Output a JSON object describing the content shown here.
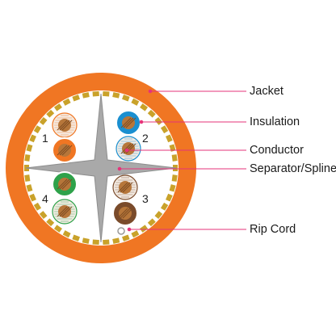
{
  "callouts": [
    {
      "key": "jacket",
      "label": "Jacket"
    },
    {
      "key": "insulation",
      "label": "Insulation"
    },
    {
      "key": "conductor",
      "label": "Conductor"
    },
    {
      "key": "separator",
      "label": "Separator/Spline"
    },
    {
      "key": "ripcord",
      "label": "Rip Cord"
    }
  ],
  "pairs": [
    {
      "number": "1",
      "wires": [
        "white-orange",
        "orange"
      ]
    },
    {
      "number": "2",
      "wires": [
        "blue",
        "white-blue"
      ]
    },
    {
      "number": "3",
      "wires": [
        "white-brown",
        "brown"
      ]
    },
    {
      "number": "4",
      "wires": [
        "green",
        "white-green"
      ]
    }
  ],
  "colors": {
    "jacket": "#f07623",
    "jacket_inner": "#ffffff",
    "shield_teeth": "#c9a22a",
    "spline": "#a9a9a9",
    "leader_line": "#e5337a",
    "conductor": "#b6763a",
    "orange": "#f07623",
    "blue": "#1a8fd0",
    "green": "#2ea24a",
    "brown": "#7a4b2b",
    "white_tint": "#f4ece4"
  }
}
